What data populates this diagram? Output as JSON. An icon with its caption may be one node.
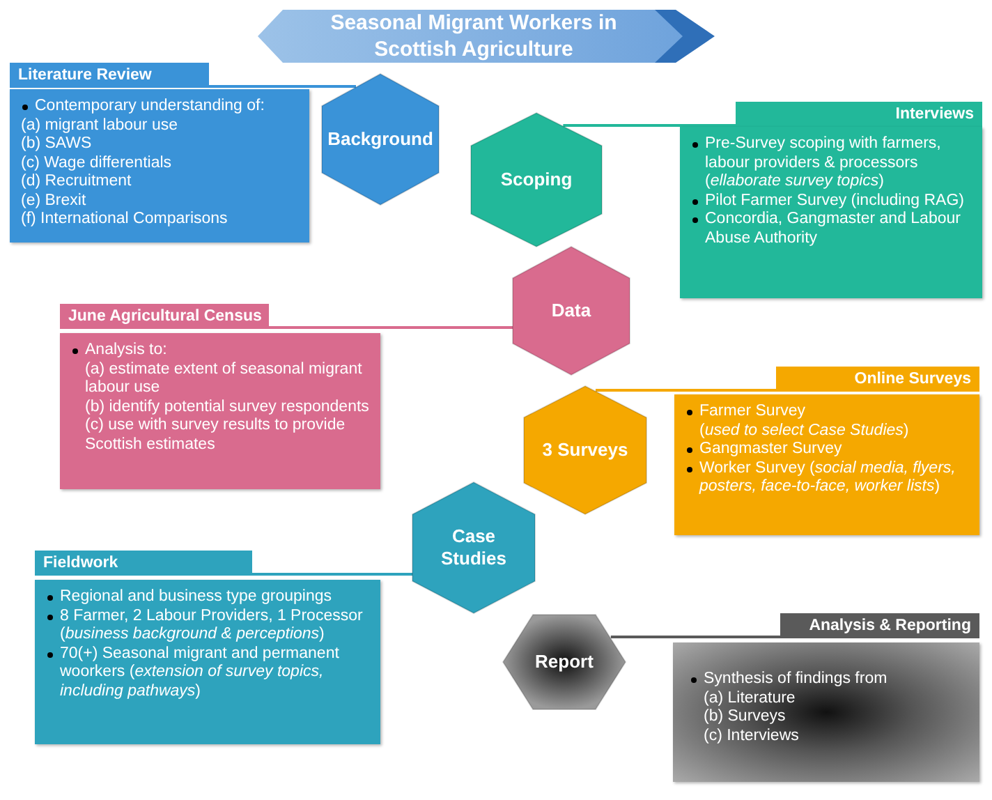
{
  "diagram": {
    "title": "Seasonal Migrant Workers in Scottish Agriculture",
    "nodes": [
      {
        "text": [
          "Literature Review",
          "Contemporary understanding of:",
          "(a) migrant labour use",
          "(b) SAWS",
          "(c) Wage differentials",
          "(d) Recruitment",
          "(e) Brexit",
          "(f) International Comparisons"
        ]
      },
      {
        "text": [
          "Background"
        ]
      },
      {
        "text": [
          "Interviews",
          "Pre-Survey scoping with farmers, labour providers & processors (*ellaborate survey topics*)",
          "Pilot Farmer Survey (including RAG)",
          "Concordia, Gangmaster and Labour Abuse Authority"
        ]
      },
      {
        "text": [
          "Scoping"
        ]
      },
      {
        "text": [
          "June Agricultural Census",
          "Analysis to:",
          "(a) estimate extent of seasonal migrant labour use",
          "(b) identify potential survey respondents",
          "(c) use with survey results to provide Scottish estimates"
        ]
      },
      {
        "text": [
          "Data"
        ]
      },
      {
        "text": [
          "Online Surveys",
          "Farmer Survey",
          "(*used to select Case Studies*)",
          "Gangmaster Survey",
          "Worker Survey (*social media, flyers, posters, face-to-face, worker lists*)"
        ]
      },
      {
        "text": [
          "3 Surveys"
        ]
      },
      {
        "text": [
          "Fieldwork",
          "Regional and business type groupings",
          "8 Farmer, 2 Labour Providers, 1 Processor (*business background & perceptions*)",
          "70(+) Seasonal migrant and permanent woorkers (*extension of survey topics, including pathways*)"
        ]
      },
      {
        "text": [
          "Case Studies"
        ]
      },
      {
        "text": [
          "Analysis & Reporting",
          "Synthesis of findings from",
          "(a) Literature",
          "(b) Surveys",
          "(c) Interviews"
        ]
      },
      {
        "text": [
          "Report"
        ]
      }
    ],
    "edges": [
      {
        "from": 0,
        "to": 1,
        "arrow": "none",
        "color": "#3a93d8"
      },
      {
        "from": 2,
        "to": 3,
        "arrow": "none",
        "color": "#22b89a"
      },
      {
        "from": 4,
        "to": 5,
        "arrow": "none",
        "color": "#d96b8e"
      },
      {
        "from": 6,
        "to": 7,
        "arrow": "none",
        "color": "#f5a800"
      },
      {
        "from": 8,
        "to": 9,
        "arrow": "none",
        "color": "#2ea3bd"
      },
      {
        "from": 10,
        "to": 11,
        "arrow": "none",
        "color": "#5a5a5a"
      }
    ]
  }
}
